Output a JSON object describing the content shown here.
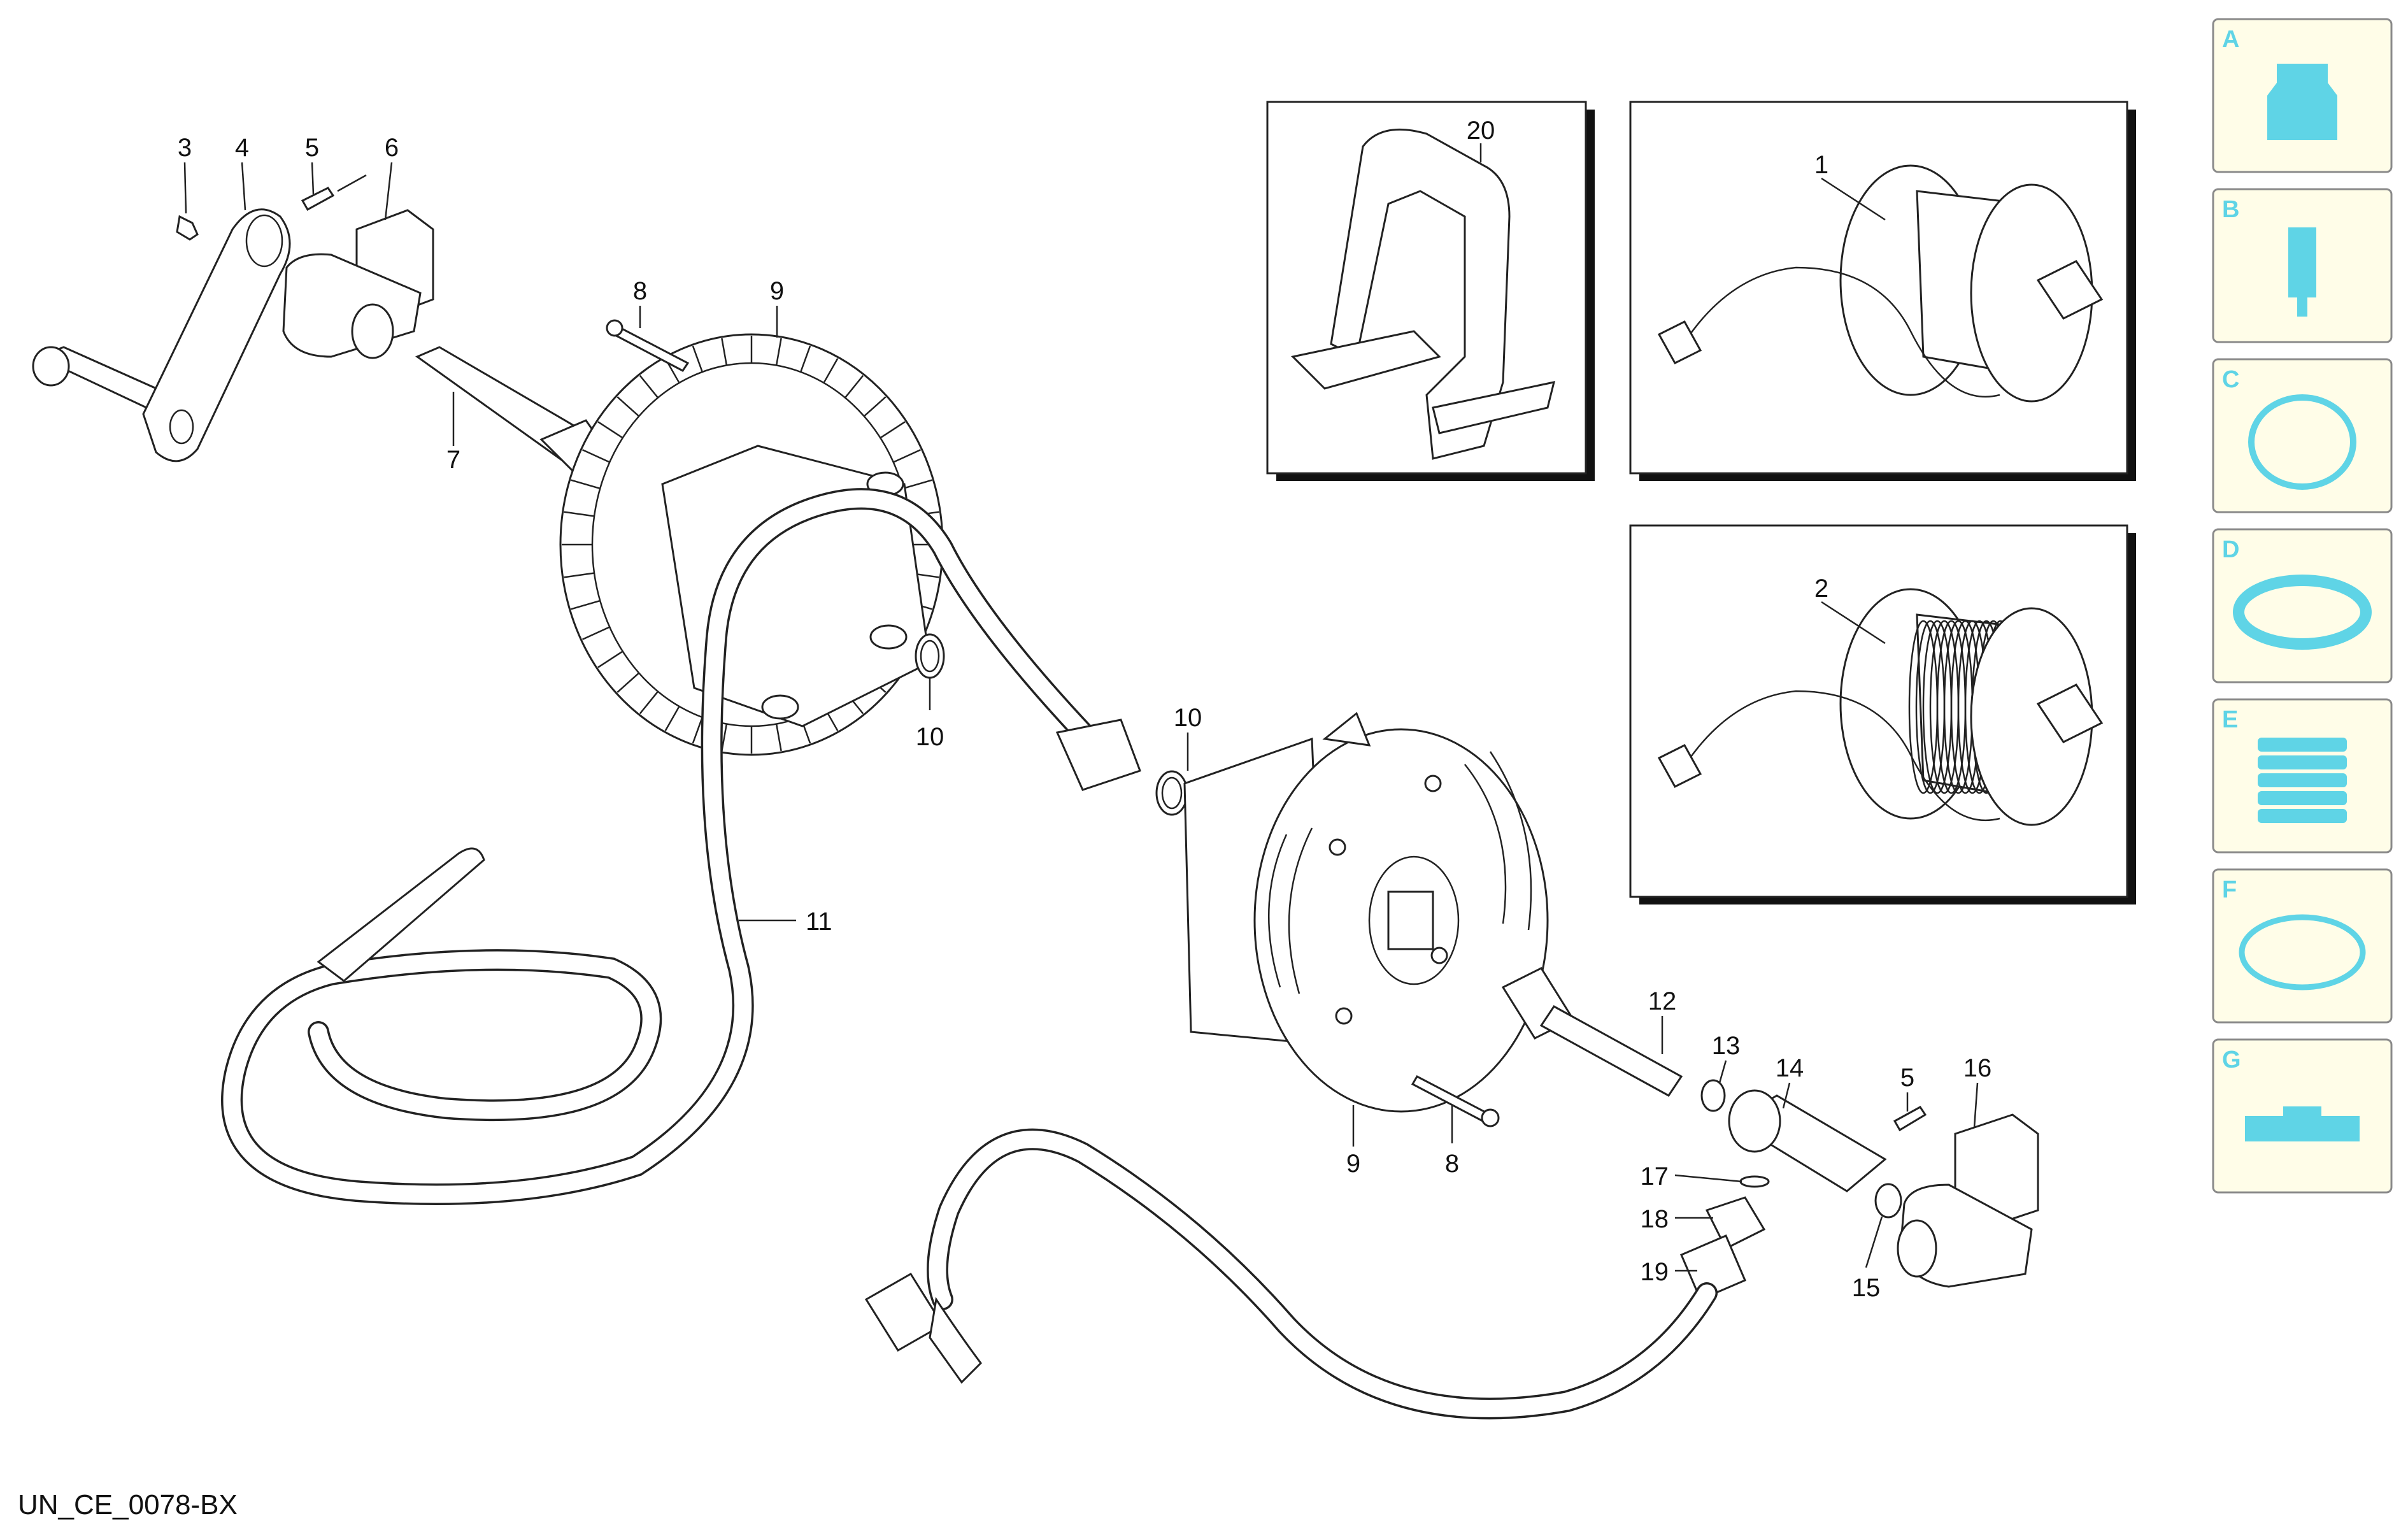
{
  "diagram_id": "UN_CE_0078-BX",
  "accent_color": "#5fd4e6",
  "callouts": [
    {
      "id": "c3",
      "text": "3"
    },
    {
      "id": "c4",
      "text": "4"
    },
    {
      "id": "c5a",
      "text": "5"
    },
    {
      "id": "c6",
      "text": "6"
    },
    {
      "id": "c7",
      "text": "7"
    },
    {
      "id": "c8a",
      "text": "8"
    },
    {
      "id": "c9a",
      "text": "9"
    },
    {
      "id": "c10a",
      "text": "10"
    },
    {
      "id": "c10b",
      "text": "10"
    },
    {
      "id": "c11",
      "text": "11"
    },
    {
      "id": "c9b",
      "text": "9"
    },
    {
      "id": "c8b",
      "text": "8"
    },
    {
      "id": "c12",
      "text": "12"
    },
    {
      "id": "c13",
      "text": "13"
    },
    {
      "id": "c14",
      "text": "14"
    },
    {
      "id": "c5b",
      "text": "5"
    },
    {
      "id": "c16",
      "text": "16"
    },
    {
      "id": "c17",
      "text": "17"
    },
    {
      "id": "c18",
      "text": "18"
    },
    {
      "id": "c19",
      "text": "19"
    },
    {
      "id": "c15",
      "text": "15"
    },
    {
      "id": "c20",
      "text": "20"
    },
    {
      "id": "c1",
      "text": "1"
    },
    {
      "id": "c2",
      "text": "2"
    }
  ],
  "legend": [
    {
      "letter": "A",
      "icon": "quick-coupling-icon"
    },
    {
      "letter": "B",
      "icon": "pin-icon"
    },
    {
      "letter": "C",
      "icon": "flat-ring-icon"
    },
    {
      "letter": "D",
      "icon": "seal-icon"
    },
    {
      "letter": "E",
      "icon": "ribbed-sleeve-icon"
    },
    {
      "letter": "F",
      "icon": "o-ring-icon"
    },
    {
      "letter": "G",
      "icon": "flat-block-icon"
    }
  ]
}
